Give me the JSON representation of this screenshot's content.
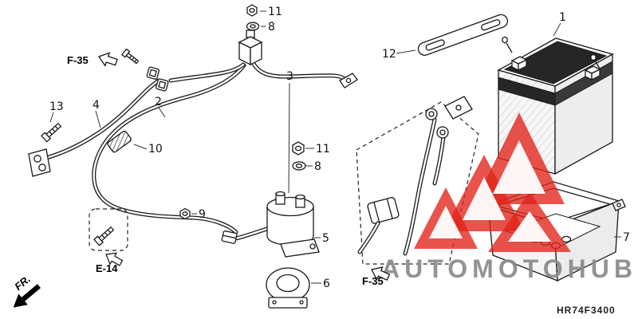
{
  "diagram": {
    "code": "HR74F3400",
    "watermark_text": "AUTOMOTOHUB",
    "direction_label": "FR.",
    "refs": {
      "f35_top": "F-35",
      "f35_bottom": "F-35",
      "e14": "E-14"
    },
    "callouts": {
      "battery": "1",
      "cable_starter": "2",
      "cable_battery": "3",
      "cable_ground": "4",
      "starter_relay": "5",
      "relay_holder": "6",
      "battery_box": "7",
      "washer_top": "8",
      "washer_relay": "8",
      "nut_cable": "9",
      "cable_clamp": "10",
      "nut_top": "11",
      "nut_relay": "11",
      "battery_bracket": "12",
      "bolt_ground": "13"
    },
    "colors": {
      "line": "#1a1a1a",
      "watermark_red": "#e2231a",
      "watermark_gray": "#8a8a8a"
    }
  }
}
